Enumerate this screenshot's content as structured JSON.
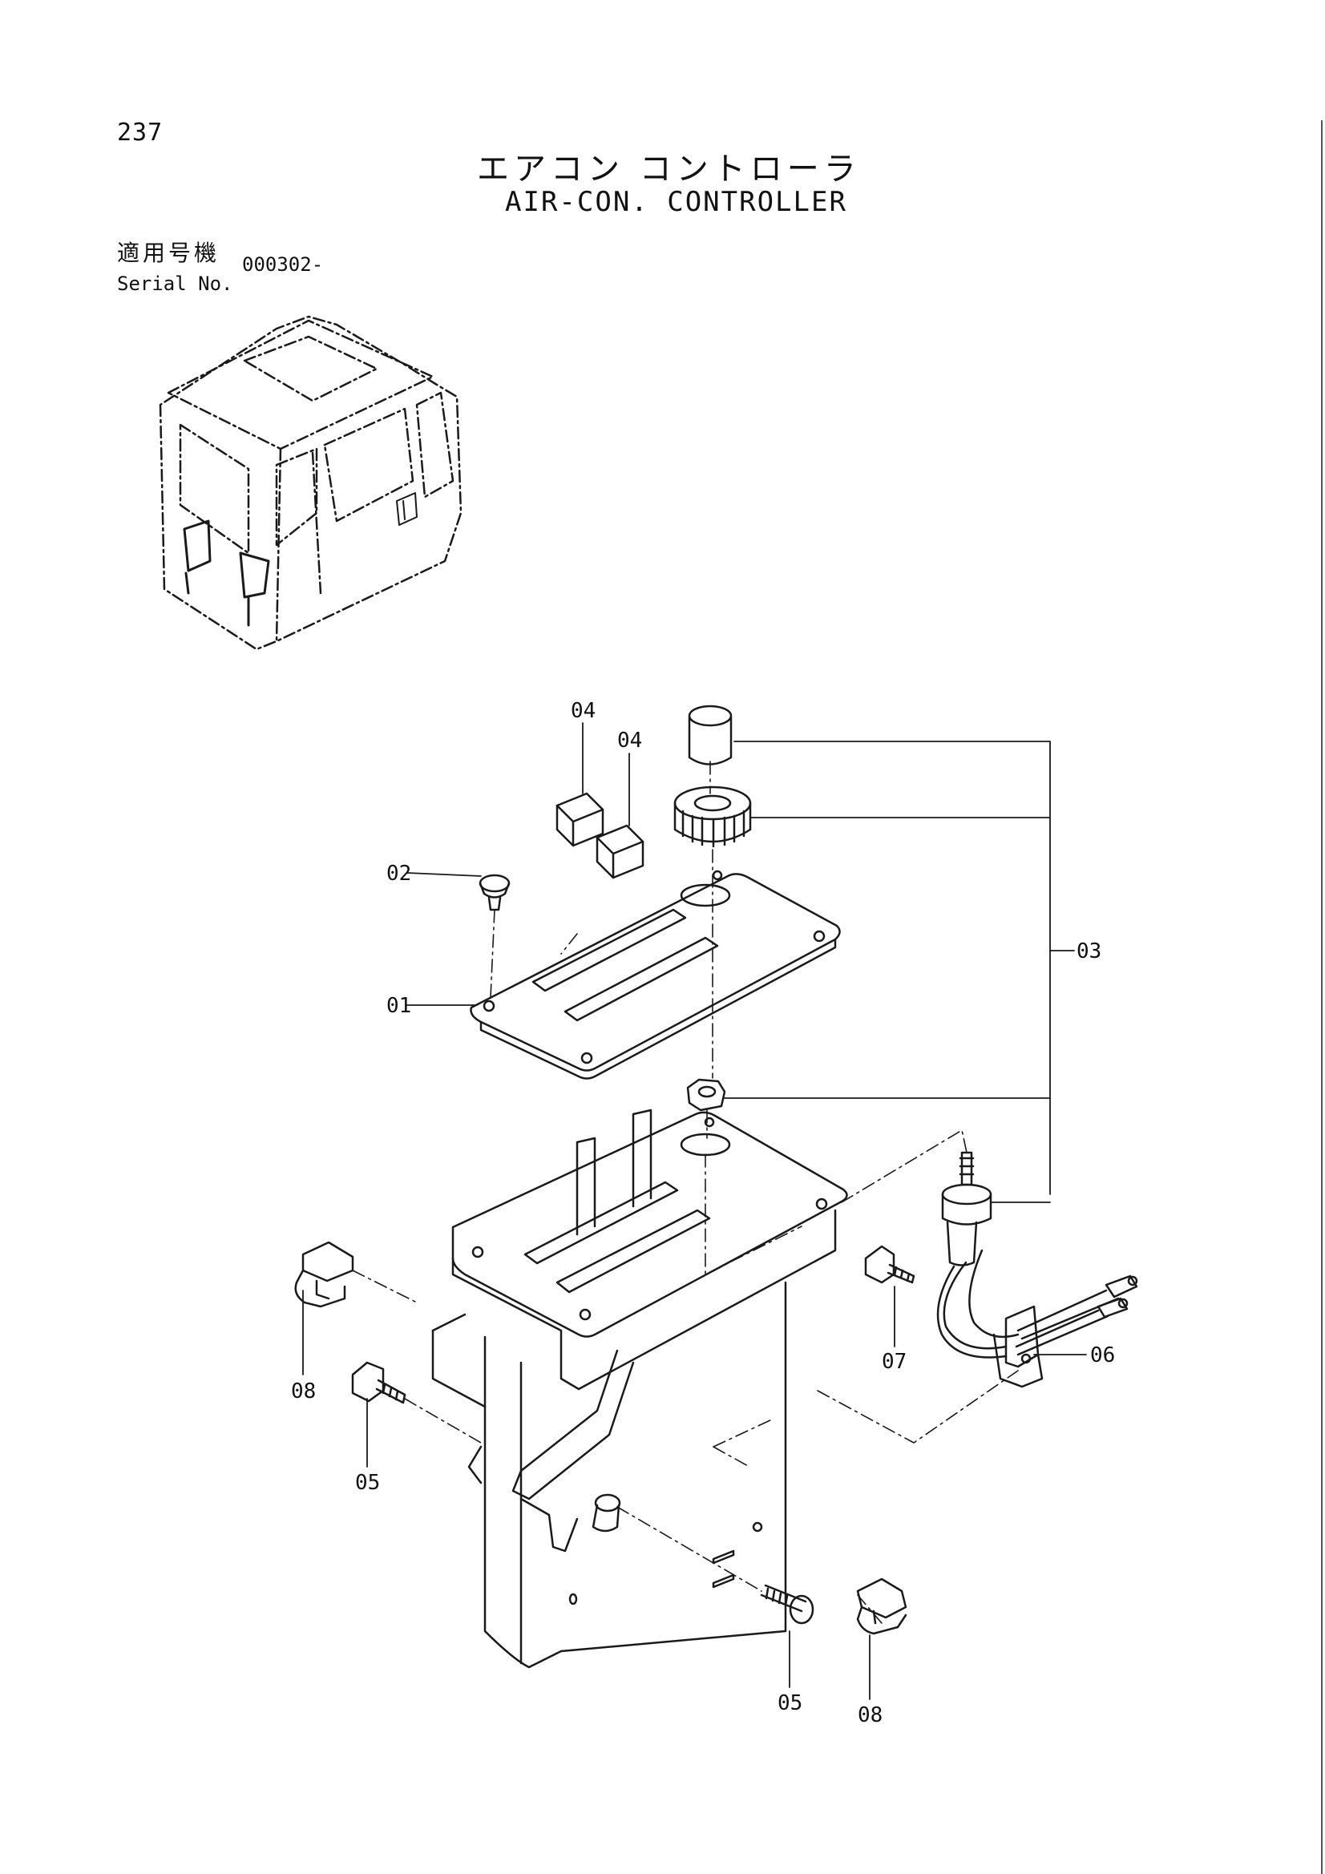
{
  "page": {
    "number": "237"
  },
  "title": {
    "japanese": "エアコン コントローラ",
    "english": "AIR-CON. CONTROLLER"
  },
  "serial": {
    "label_japanese": "適用号機",
    "label_english": "Serial No.",
    "value": "000302-"
  },
  "callouts": {
    "c01": "01",
    "c02": "02",
    "c03": "03",
    "c04a": "04",
    "c04b": "04",
    "c05a": "05",
    "c05b": "05",
    "c06": "06",
    "c07": "07",
    "c08a": "08",
    "c08b": "08"
  }
}
